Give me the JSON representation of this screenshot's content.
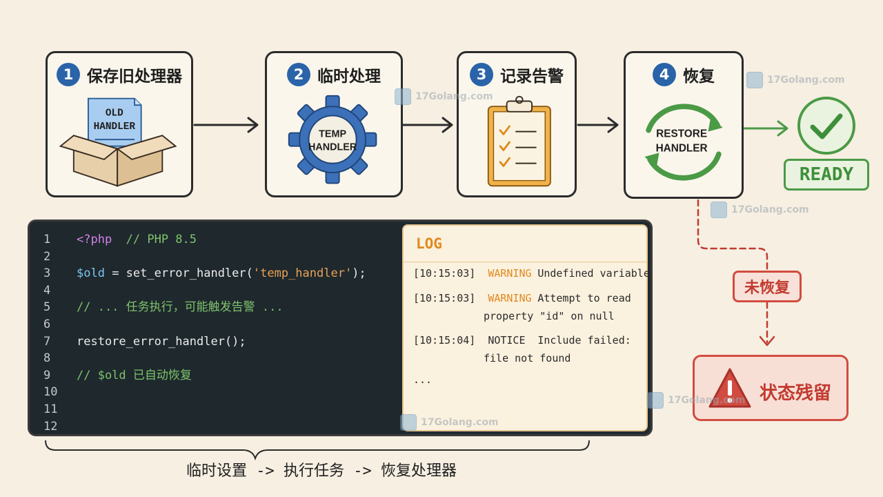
{
  "steps": [
    {
      "number": "1",
      "title": "保存旧处理器",
      "icon": "open-box-with-document-icon",
      "icon_text": [
        "OLD",
        "HANDLER"
      ]
    },
    {
      "number": "2",
      "title": "临时处理",
      "icon": "gear-icon",
      "icon_text": [
        "TEMP",
        "HANDLER"
      ]
    },
    {
      "number": "3",
      "title": "记录告警",
      "icon": "clipboard-checklist-icon",
      "icon_text": []
    },
    {
      "number": "4",
      "title": "恢复",
      "icon": "cycle-arrows-icon",
      "icon_text": [
        "RESTORE",
        "HANDLER"
      ]
    }
  ],
  "ready": {
    "label": "READY",
    "icon": "checkmark-circle-icon"
  },
  "failure_path": {
    "label": "未恢复",
    "result_label": "状态残留",
    "icon": "warning-triangle-icon"
  },
  "code": {
    "lines": [
      {
        "n": "1",
        "segments": [
          {
            "t": "<?php",
            "c": "php"
          },
          {
            "t": "  // PHP 8.5",
            "c": "comment"
          }
        ]
      },
      {
        "n": "2",
        "segments": []
      },
      {
        "n": "3",
        "segments": [
          {
            "t": "$old",
            "c": "var"
          },
          {
            "t": " = set_error_handler(",
            "c": "plain"
          },
          {
            "t": "'temp_handler'",
            "c": "str"
          },
          {
            "t": ");",
            "c": "plain"
          }
        ]
      },
      {
        "n": "4",
        "segments": []
      },
      {
        "n": "5",
        "segments": [
          {
            "t": "// ... 任务执行，可能触发告警 ...",
            "c": "comment"
          }
        ]
      },
      {
        "n": "6",
        "segments": []
      },
      {
        "n": "7",
        "segments": [
          {
            "t": "restore_error_handler();",
            "c": "plain"
          }
        ]
      },
      {
        "n": "8",
        "segments": []
      },
      {
        "n": "9",
        "segments": [
          {
            "t": "// $old 已自动恢复",
            "c": "comment"
          }
        ]
      },
      {
        "n": "10",
        "segments": []
      },
      {
        "n": "11",
        "segments": []
      },
      {
        "n": "12",
        "segments": []
      }
    ]
  },
  "log": {
    "title": "LOG",
    "entries": [
      {
        "time": "[10:15:03]",
        "level": "WARNING",
        "message": "Undefined variable $x",
        "cont": ""
      },
      {
        "time": "[10:15:03]",
        "level": "WARNING",
        "message": "Attempt to read",
        "cont": "property \"id\" on null"
      },
      {
        "time": "[10:15:04]",
        "level": "NOTICE",
        "message": "Include failed:",
        "cont": "file not found"
      }
    ],
    "ellipsis": "..."
  },
  "caption": "临时设置 -> 执行任务 -> 恢复处理器",
  "watermark": {
    "text": "17Golang.com"
  },
  "colors": {
    "step_number": "#2a63a8",
    "success": "#3e8f3b",
    "danger": "#c23a30",
    "warning": "#e08a1e",
    "code_bg": "#1e282d"
  }
}
